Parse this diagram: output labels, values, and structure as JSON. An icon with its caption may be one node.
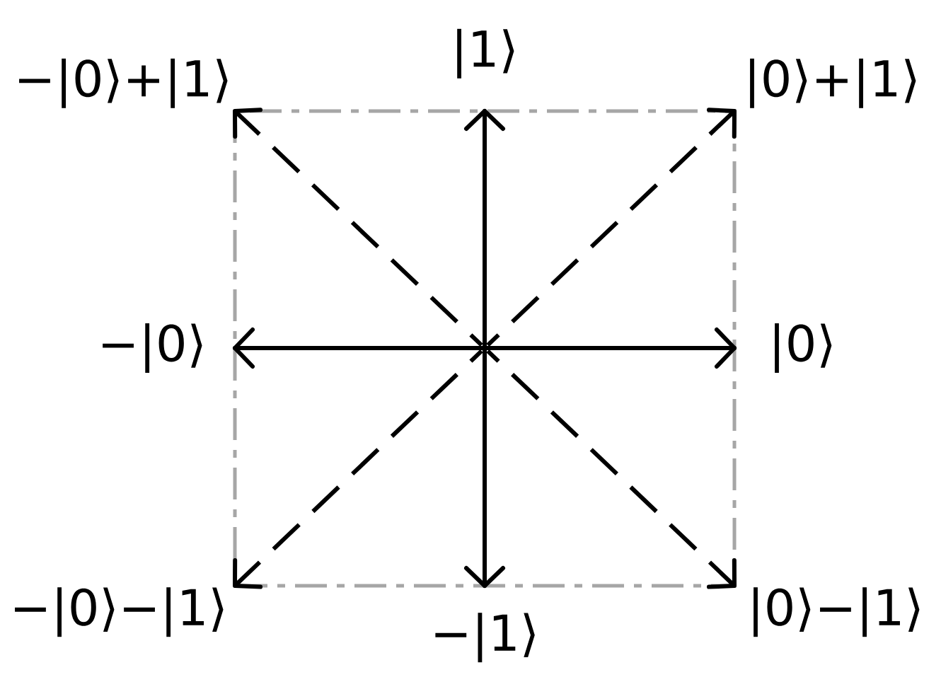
{
  "diagram": {
    "nodes": [
      {
        "text": [
          "−|0⟩+|1⟩"
        ]
      },
      {
        "text": [
          "|1⟩"
        ]
      },
      {
        "text": [
          "|0⟩+|1⟩"
        ]
      },
      {
        "text": [
          "−|0⟩"
        ]
      },
      {
        "text": [
          "|0⟩"
        ]
      },
      {
        "text": [
          "−|0⟩−|1⟩"
        ]
      },
      {
        "text": [
          "−|1⟩"
        ]
      },
      {
        "text": [
          "|0⟩−|1⟩"
        ]
      }
    ],
    "edges": [
      {
        "from": 1,
        "to": 6,
        "arrow": "both"
      },
      {
        "from": 3,
        "to": 4,
        "arrow": "both"
      },
      {
        "from": null,
        "to": 0,
        "arrow": "to",
        "style": "dashed"
      },
      {
        "from": null,
        "to": 2,
        "arrow": "to",
        "style": "dashed"
      },
      {
        "from": null,
        "to": 5,
        "arrow": "to",
        "style": "dashed"
      },
      {
        "from": null,
        "to": 7,
        "arrow": "to",
        "style": "dashed"
      }
    ]
  }
}
